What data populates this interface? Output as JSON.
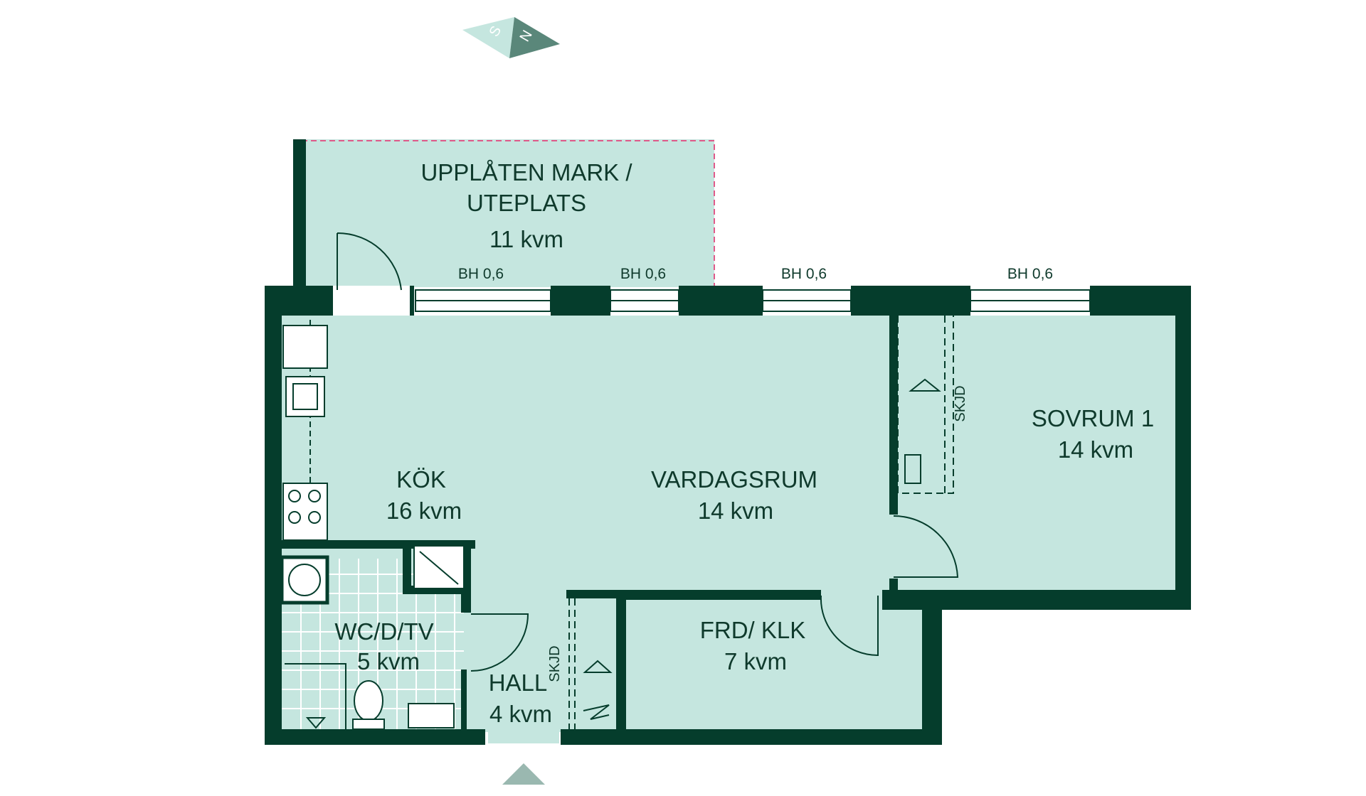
{
  "compass": {
    "south": "S",
    "north": "N"
  },
  "rooms": {
    "uteplats": {
      "line1": "UPPLÅTEN MARK /",
      "line2": "UTEPLATS",
      "area": "11 kvm"
    },
    "kok": {
      "name": "KÖK",
      "area": "16 kvm"
    },
    "vardagsrum": {
      "name": "VARDAGSRUM",
      "area": "14 kvm"
    },
    "sovrum": {
      "name": "SOVRUM 1",
      "area": "14 kvm"
    },
    "wc": {
      "name": "WC/D/TV",
      "area": "5 kvm"
    },
    "hall": {
      "name": "HALL",
      "area": "4 kvm"
    },
    "frd": {
      "name": "FRD/ KLK",
      "area": "7 kvm"
    }
  },
  "windows": [
    {
      "label": "BH 0,6"
    },
    {
      "label": "BH 0,6"
    },
    {
      "label": "BH 0,6"
    },
    {
      "label": "BH 0,6"
    }
  ],
  "closets": {
    "sovrum": "SKJD",
    "hall": "SKJD"
  },
  "colors": {
    "wall": "#053d2c",
    "floor": "#c5e6df",
    "outdoor_border": "#e05a8a",
    "compass_light": "#c5e6df",
    "compass_dark": "#5a877a"
  }
}
